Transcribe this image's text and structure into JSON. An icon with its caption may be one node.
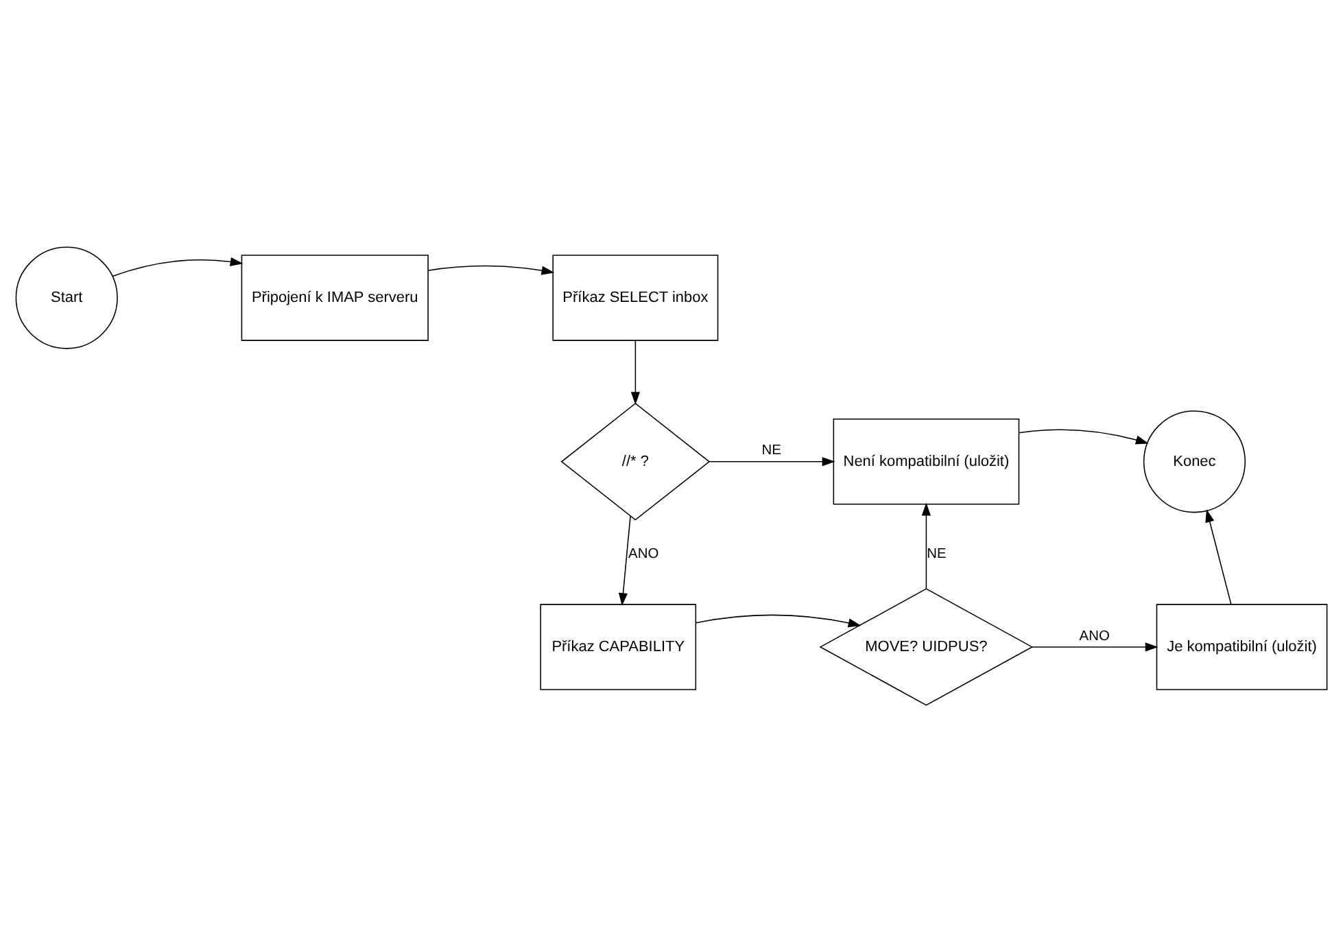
{
  "diagram": {
    "nodes": [
      {
        "text": [
          "Start"
        ]
      },
      {
        "text": [
          "Připojení k IMAP serveru"
        ]
      },
      {
        "text": [
          "Příkaz SELECT inbox"
        ]
      },
      {
        "text": [
          "Konec"
        ]
      },
      {
        "text": [
          "Není kompatibilní (uložit)"
        ]
      },
      {
        "text": [
          "//* ?"
        ]
      },
      {
        "text": [
          "Je kompatibilní (uložit)"
        ]
      },
      {
        "text": [
          "MOVE? UIDPUS?"
        ]
      },
      {
        "text": [
          "Příkaz CAPABILITY"
        ]
      }
    ],
    "edges": [
      {
        "from": 0,
        "to": 1,
        "arrow": "to"
      },
      {
        "from": 1,
        "to": 2,
        "arrow": "to"
      },
      {
        "from": 2,
        "to": 5,
        "arrow": "to"
      },
      {
        "from": 5,
        "to": 4,
        "arrow": "to",
        "label": "NE"
      },
      {
        "from": 5,
        "to": 8,
        "arrow": "to",
        "label": "ANO"
      },
      {
        "from": 8,
        "to": 7,
        "arrow": "to"
      },
      {
        "from": 7,
        "to": 4,
        "arrow": "to",
        "label": "NE"
      },
      {
        "from": 7,
        "to": 6,
        "arrow": "to",
        "label": "ANO"
      },
      {
        "from": 6,
        "to": 3,
        "arrow": "to"
      },
      {
        "from": 4,
        "to": 3,
        "arrow": "to"
      }
    ]
  }
}
